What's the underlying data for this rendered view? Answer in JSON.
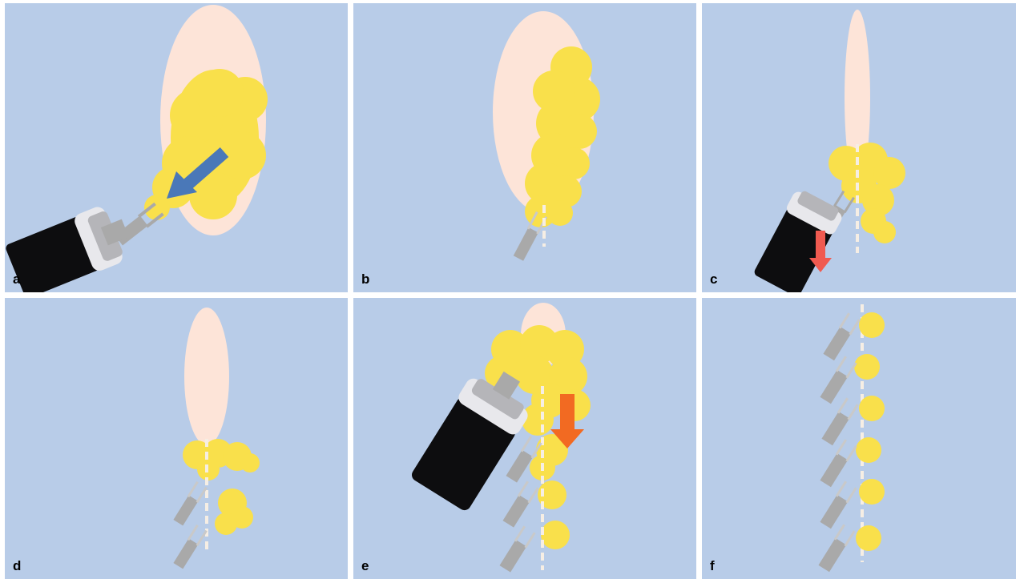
{
  "panels": [
    {
      "id": "a",
      "label": "a"
    },
    {
      "id": "b",
      "label": "b"
    },
    {
      "id": "c",
      "label": "c"
    },
    {
      "id": "d",
      "label": "d"
    },
    {
      "id": "e",
      "label": "e"
    },
    {
      "id": "f",
      "label": "f"
    }
  ],
  "colors": {
    "background": "#b8cce8",
    "mucosa": "#fde4d8",
    "lesion": "#f9e04b",
    "clip": "#a9a9a9",
    "endoscope": "#0d0d0f",
    "blue_arrow": "#4a78b8",
    "red_arrow": "#f05a50",
    "orange_arrow": "#f26a22"
  }
}
